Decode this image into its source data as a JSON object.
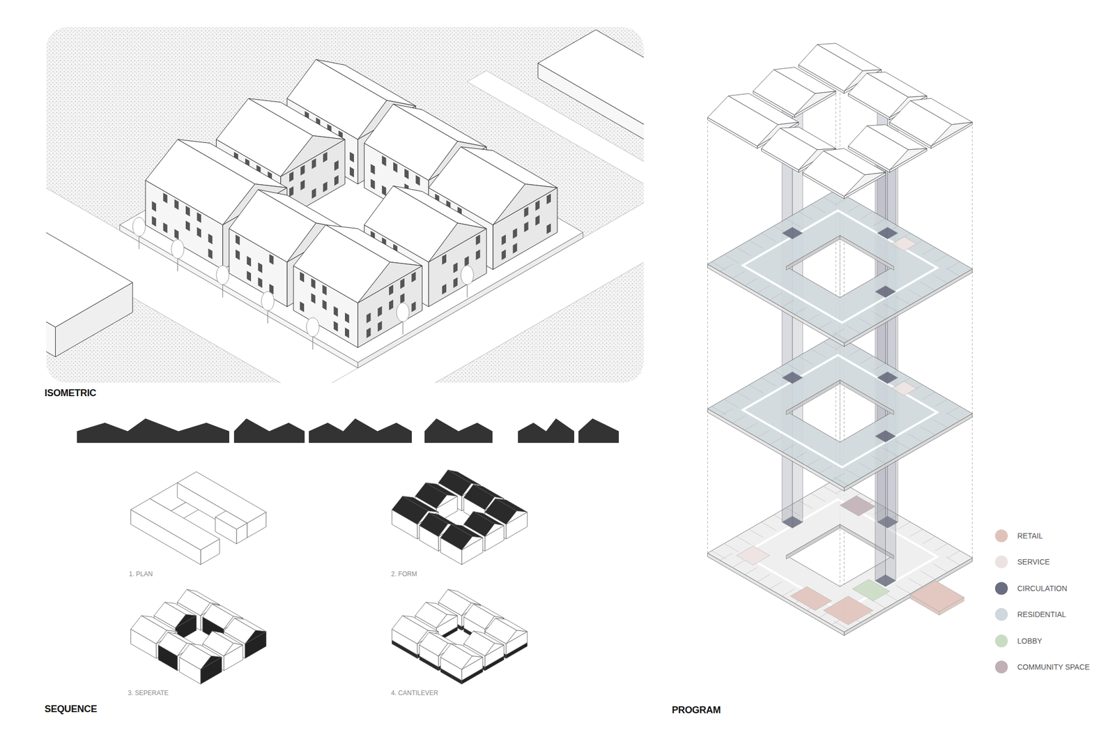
{
  "diagram": {
    "labels": [
      "ISOMETRIC",
      "1. PLAN",
      "2. FORM",
      "3. SEPERATE",
      "4. CANTILEVER",
      "SEQUENCE",
      "PROGRAM"
    ],
    "legend": [
      {
        "text": "RETAIL",
        "color": "#dfc3bb"
      },
      {
        "text": "SERVICE",
        "color": "#ede2e2"
      },
      {
        "text": "CIRCULATION",
        "color": "#6b6e80"
      },
      {
        "text": "RESIDENTIAL",
        "color": "#cfd8dc"
      },
      {
        "text": "LOBBY",
        "color": "#cadbc4"
      },
      {
        "text": "COMMUNITY SPACE",
        "color": "#c0b0b5"
      }
    ]
  }
}
